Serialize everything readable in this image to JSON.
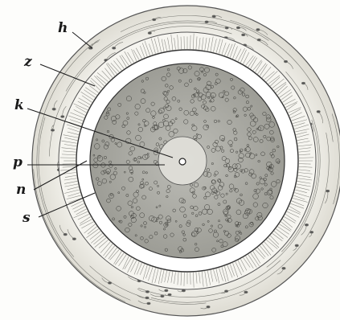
{
  "figure": {
    "labels": {
      "h_outer": "h",
      "z": "z",
      "k": "k",
      "p": "p",
      "n": "n",
      "s": "s"
    }
  },
  "colors": {
    "ink": "#1a1a1a",
    "paper": "#fdfdfb",
    "granular_fill": "#cfcfca",
    "ring_fill": "#ecebe6"
  }
}
